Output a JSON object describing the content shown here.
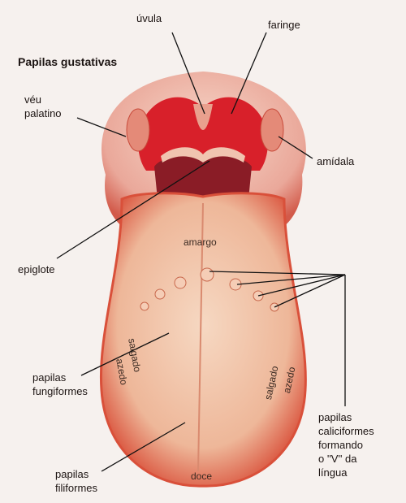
{
  "title": "Papilas gustativas",
  "labels": {
    "uvula": "úvula",
    "faringe": "faringe",
    "veu": "véu",
    "palatino": "palatino",
    "amidala": "amídala",
    "epiglote": "epiglote",
    "amargo": "amargo",
    "fungi1": "papilas",
    "fungi2": "fungiformes",
    "filif1": "papilas",
    "filif2": "filiformes",
    "doce": "doce",
    "salgado_left": "salgado",
    "azedo_left": "azedo",
    "salgado_right": "salgado",
    "azedo_right": "azedo",
    "calic1": "papilas",
    "calic2": "caliciformes",
    "calic3": "formando",
    "calic4": "o ''V'' da",
    "calic5": "língua"
  },
  "colors": {
    "tongue": "#f0c0a2",
    "tongue_edge": "#d9503a",
    "throat": "#d8202a",
    "skin": "#f3d2c3",
    "line": "#111111"
  }
}
